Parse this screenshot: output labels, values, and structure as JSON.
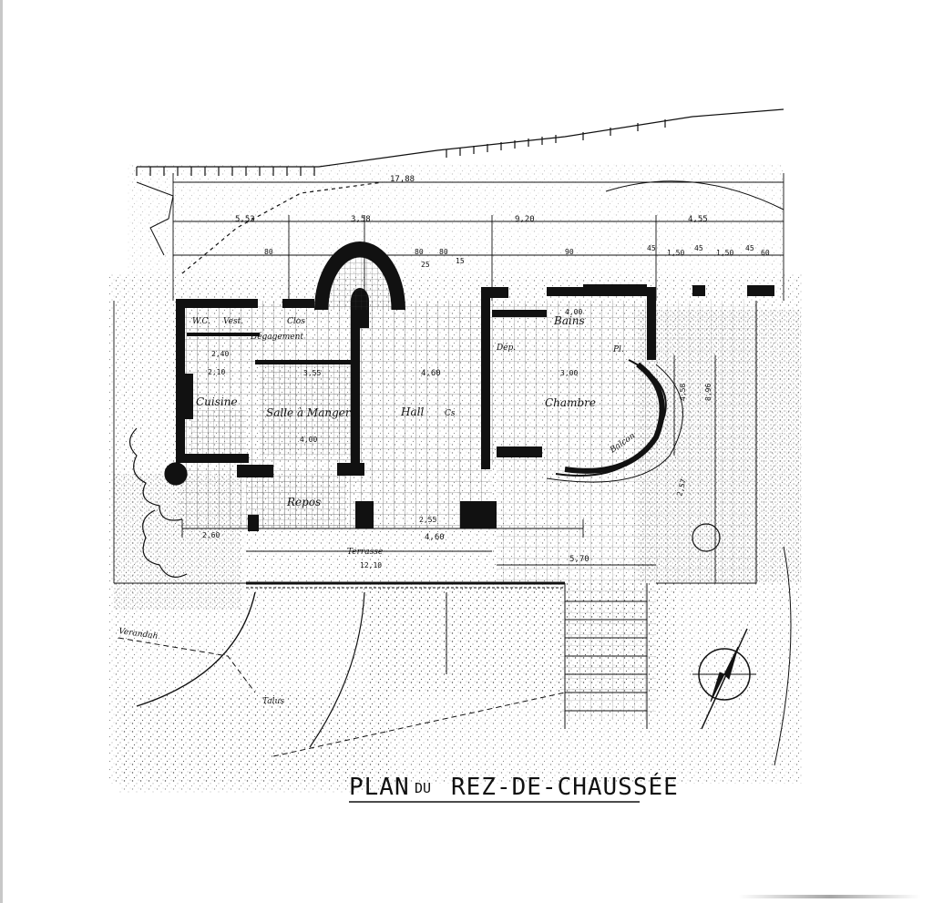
{
  "title": {
    "plan": "PLAN",
    "du": "DU",
    "level": "REZ-DE-CHAUSSÉE"
  },
  "dimensions": {
    "overall": "17,88",
    "seg1": "5,53",
    "seg2": "3,58",
    "seg3": "9,20",
    "seg4": "4,55",
    "d80a": "80",
    "d80b": "80",
    "d80c": "80",
    "d25": "25",
    "d15": "15",
    "d90": "90",
    "d45a": "45",
    "d45b": "45",
    "d45c": "45",
    "d150a": "1,50",
    "d150b": "1,50",
    "d60": "60",
    "hall_w": "4,60",
    "hall_w2": "4,60",
    "sam_w": "3,55",
    "sam_w2": "4,00",
    "ter_w": "2,55",
    "ter_total": "12,10",
    "right_w": "5,70",
    "bain_w": "4,00",
    "ch_w": "3,00",
    "ch_h": "4,58",
    "right_h": "8,96",
    "cui_w": "2,10",
    "cui_w2": "2,60",
    "cui_w3": "2,40",
    "bal_w": "2,57"
  },
  "rooms": {
    "cuisine": "Cuisine",
    "salle_a_manger": "Salle à Manger",
    "hall": "Hall",
    "chambre": "Chambre",
    "bains": "Bains",
    "balcon": "Balcon",
    "degagement": "Dégagement",
    "repos": "Repos",
    "terrasse": "Terrasse",
    "talus": "Talus",
    "verandah": "Verandah",
    "wc": "W.C.",
    "vest": "Vest.",
    "clos": "Clos",
    "dep": "Dép.",
    "pl": "Pl.",
    "cs": "Cs"
  },
  "colors": {
    "ink": "#111111",
    "paper": "#ffffff"
  },
  "icons": {
    "north_arrow": "compass-rose-icon"
  }
}
